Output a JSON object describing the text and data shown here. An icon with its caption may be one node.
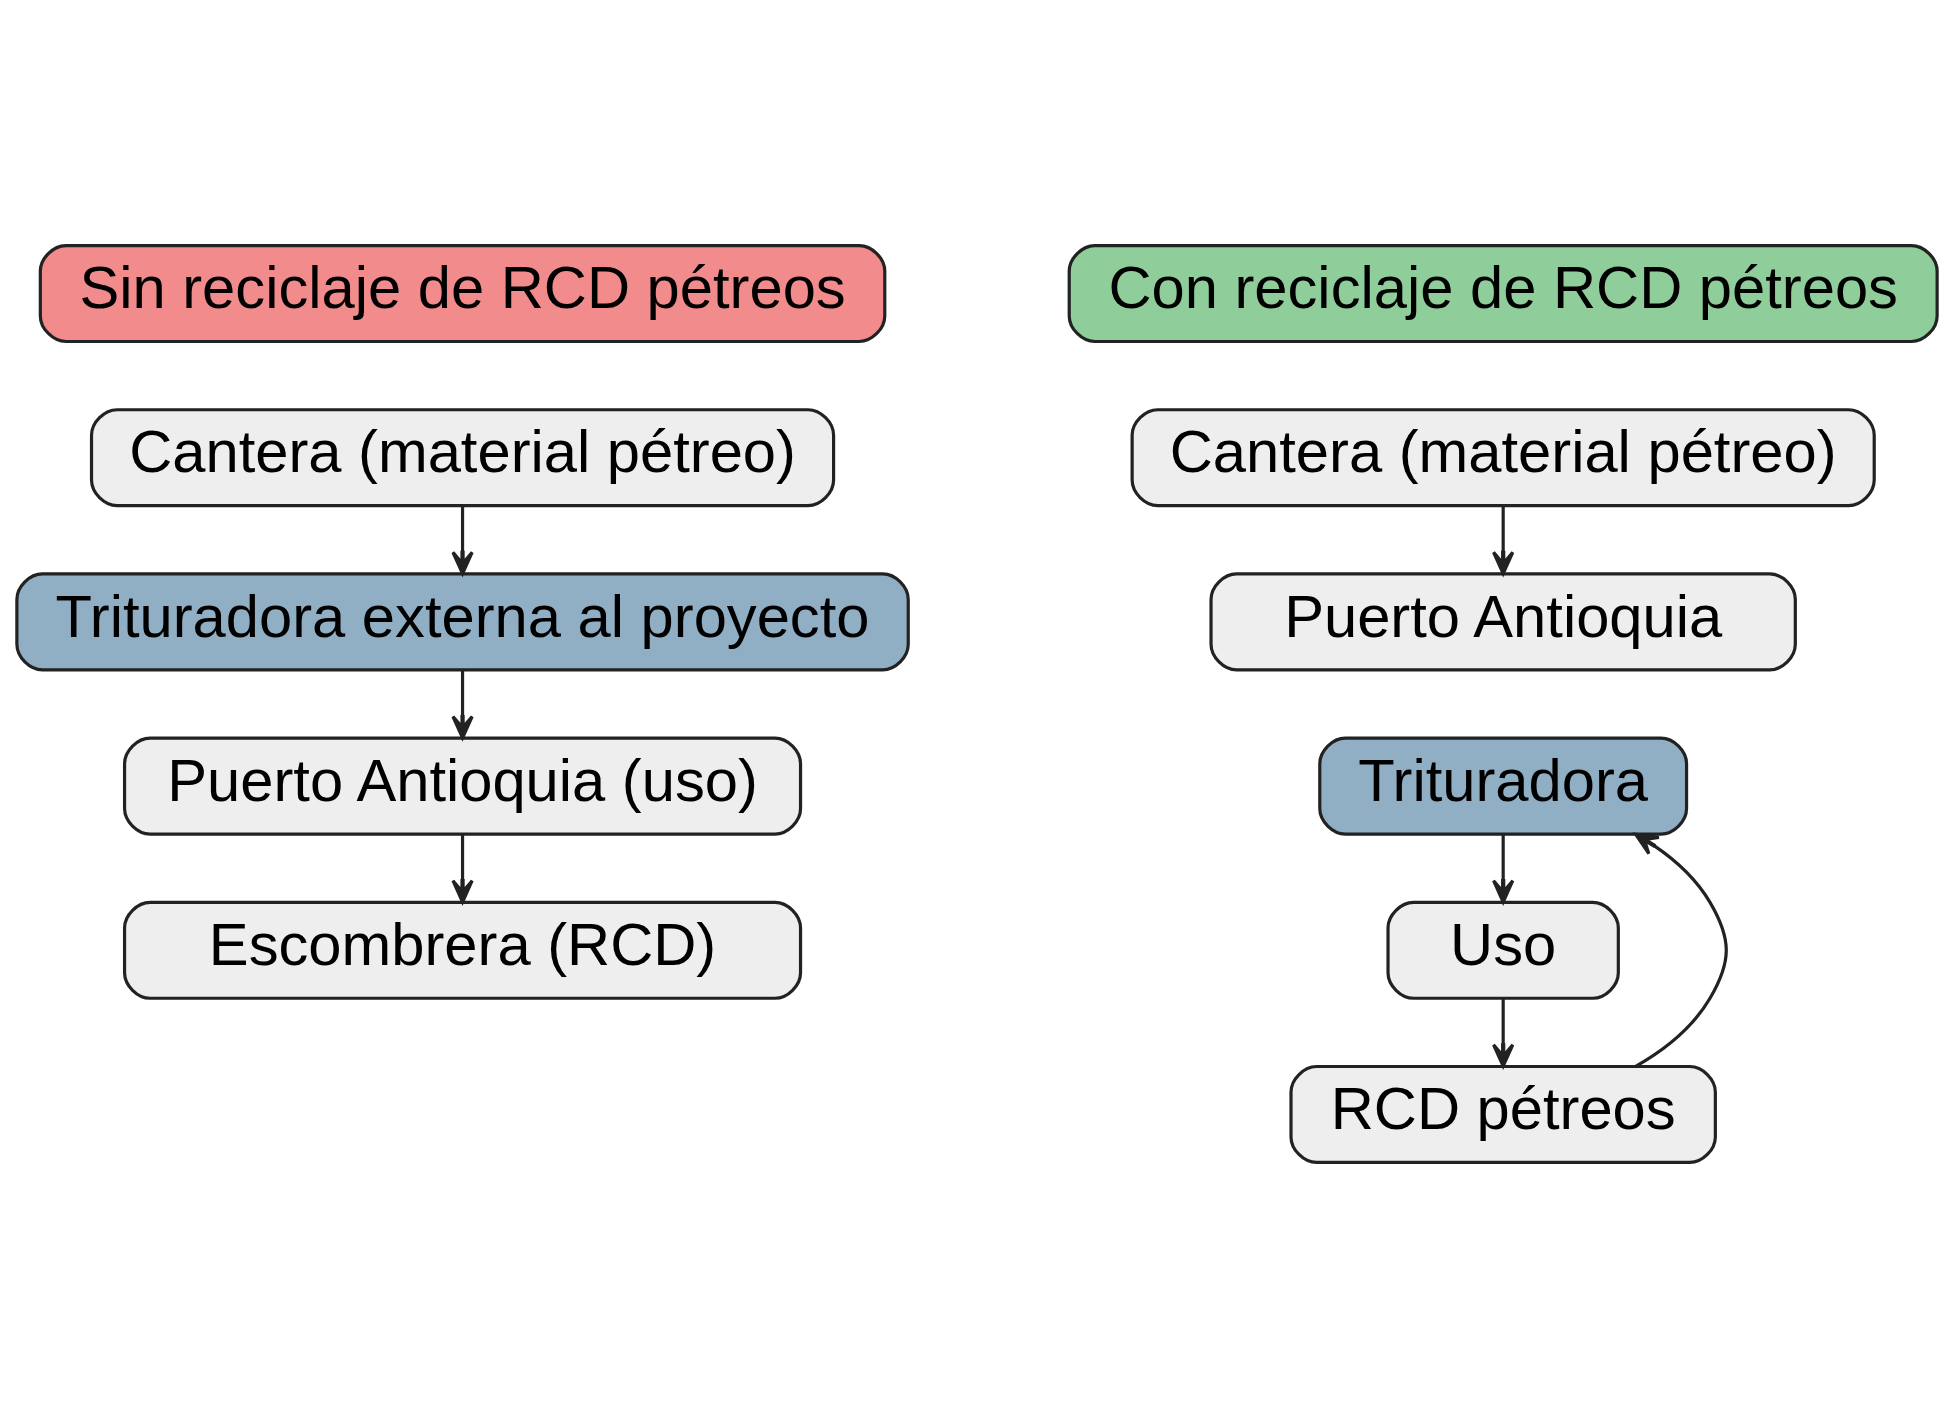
{
  "diagram": {
    "nodes": [
      {
        "text": [
          "Sin reciclaje de RCD pétreos"
        ]
      },
      {
        "text": [
          "Cantera (material pétreo)"
        ]
      },
      {
        "text": [
          "Trituradora externa al proyecto"
        ]
      },
      {
        "text": [
          "Puerto Antioquia (uso)"
        ]
      },
      {
        "text": [
          "Escombrera (RCD)"
        ]
      },
      {
        "text": [
          "Con reciclaje de RCD pétreos"
        ]
      },
      {
        "text": [
          "Cantera (material pétreo)"
        ]
      },
      {
        "text": [
          "Puerto Antioquia"
        ]
      },
      {
        "text": [
          "Trituradora"
        ]
      },
      {
        "text": [
          "Uso"
        ]
      },
      {
        "text": [
          "RCD pétreos"
        ]
      }
    ],
    "edges": [
      {
        "from": 1,
        "to": 2,
        "arrow": "to"
      },
      {
        "from": 2,
        "to": 3,
        "arrow": "to"
      },
      {
        "from": 3,
        "to": 4,
        "arrow": "to"
      },
      {
        "from": 6,
        "to": 7,
        "arrow": "to"
      },
      {
        "from": 8,
        "to": 9,
        "arrow": "to"
      },
      {
        "from": 9,
        "to": 10,
        "arrow": "to"
      },
      {
        "from": 10,
        "to": 8,
        "arrow": "to"
      }
    ]
  }
}
